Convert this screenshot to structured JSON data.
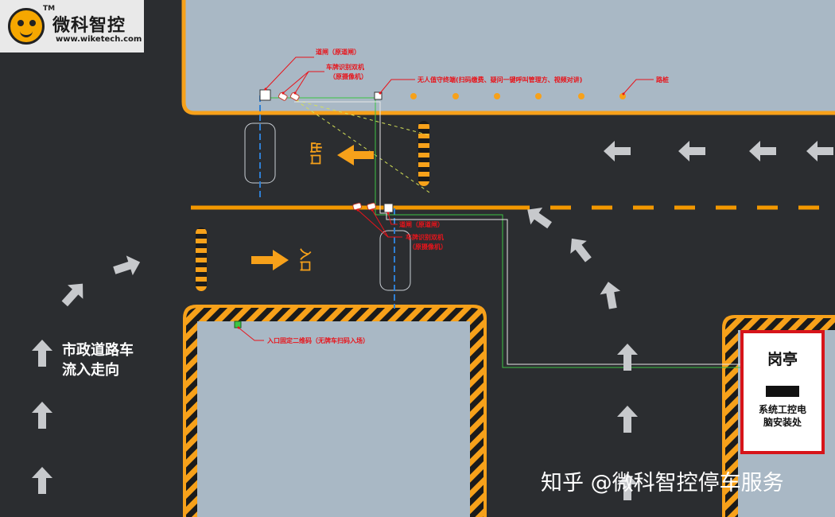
{
  "brand": {
    "name": "微科智控",
    "tm": "TM",
    "url": "www.wiketech.com"
  },
  "road_labels": {
    "exit": "出口",
    "entry": "入口"
  },
  "callouts": {
    "gate_top": "道闸（原道闸）",
    "camera_top_line1": "车牌识别双机",
    "camera_top_line2": "（原摄像机）",
    "terminal": "无人值守终端(扫码缴费、疑问一键呼叫管理方、视频对讲)",
    "bollard": "路桩",
    "gate_mid": "道闸（原道闸）",
    "camera_mid_line1": "车牌识别双机",
    "camera_mid_line2": "（原摄像机）",
    "qr_code": "入口固定二维码（无牌车扫码入场）"
  },
  "booth": {
    "title": "岗亭",
    "desc_line1": "系统工控电",
    "desc_line2": "脑安装处"
  },
  "flow_label": {
    "line1": "市政道路车",
    "line2": "流入走向"
  },
  "watermark": "知乎 @微科智控停车服务",
  "colors": {
    "road": "#2b2d30",
    "block": "#a9b8c5",
    "curb": "#f7a11a",
    "lane_marking": "#f39800",
    "arrow_white": "#c7c9cc",
    "callout_red": "#e8141b",
    "cable_green": "#3cc443",
    "cable_white": "#e8e8e8",
    "beam_blue": "#2f7fd3",
    "hatch_black": "#1b1b1b"
  }
}
